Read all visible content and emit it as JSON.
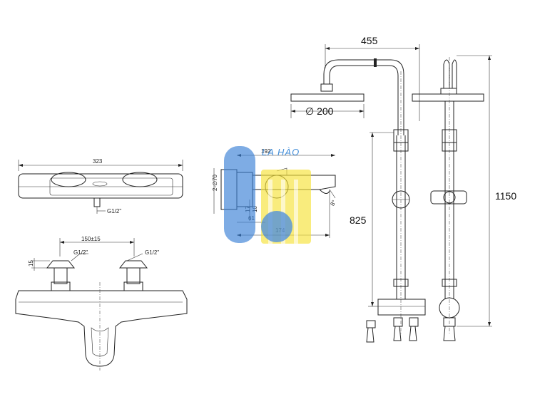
{
  "left_view": {
    "width_label": "323",
    "inlet_label": "G1/2\""
  },
  "front_view": {
    "spacing_label": "150±15",
    "left_inlet_label": "G1/2\"",
    "right_inlet_label": "G1/2\"",
    "height_label": "15"
  },
  "side_view": {
    "length_label": "192",
    "dia_label": "2-∅70",
    "d17": "17",
    "d10": "10",
    "d61": "61",
    "d174": "174",
    "angle_label": "8°"
  },
  "watermark": {
    "brand": "LA HÀO",
    "colors": {
      "blue": "#3b82d6",
      "yellow": "#f5e23a"
    }
  },
  "shower": {
    "arm_label": "455",
    "head_dia_label": "∅ 200",
    "rail_label": "825",
    "total_height_label": "1150"
  }
}
